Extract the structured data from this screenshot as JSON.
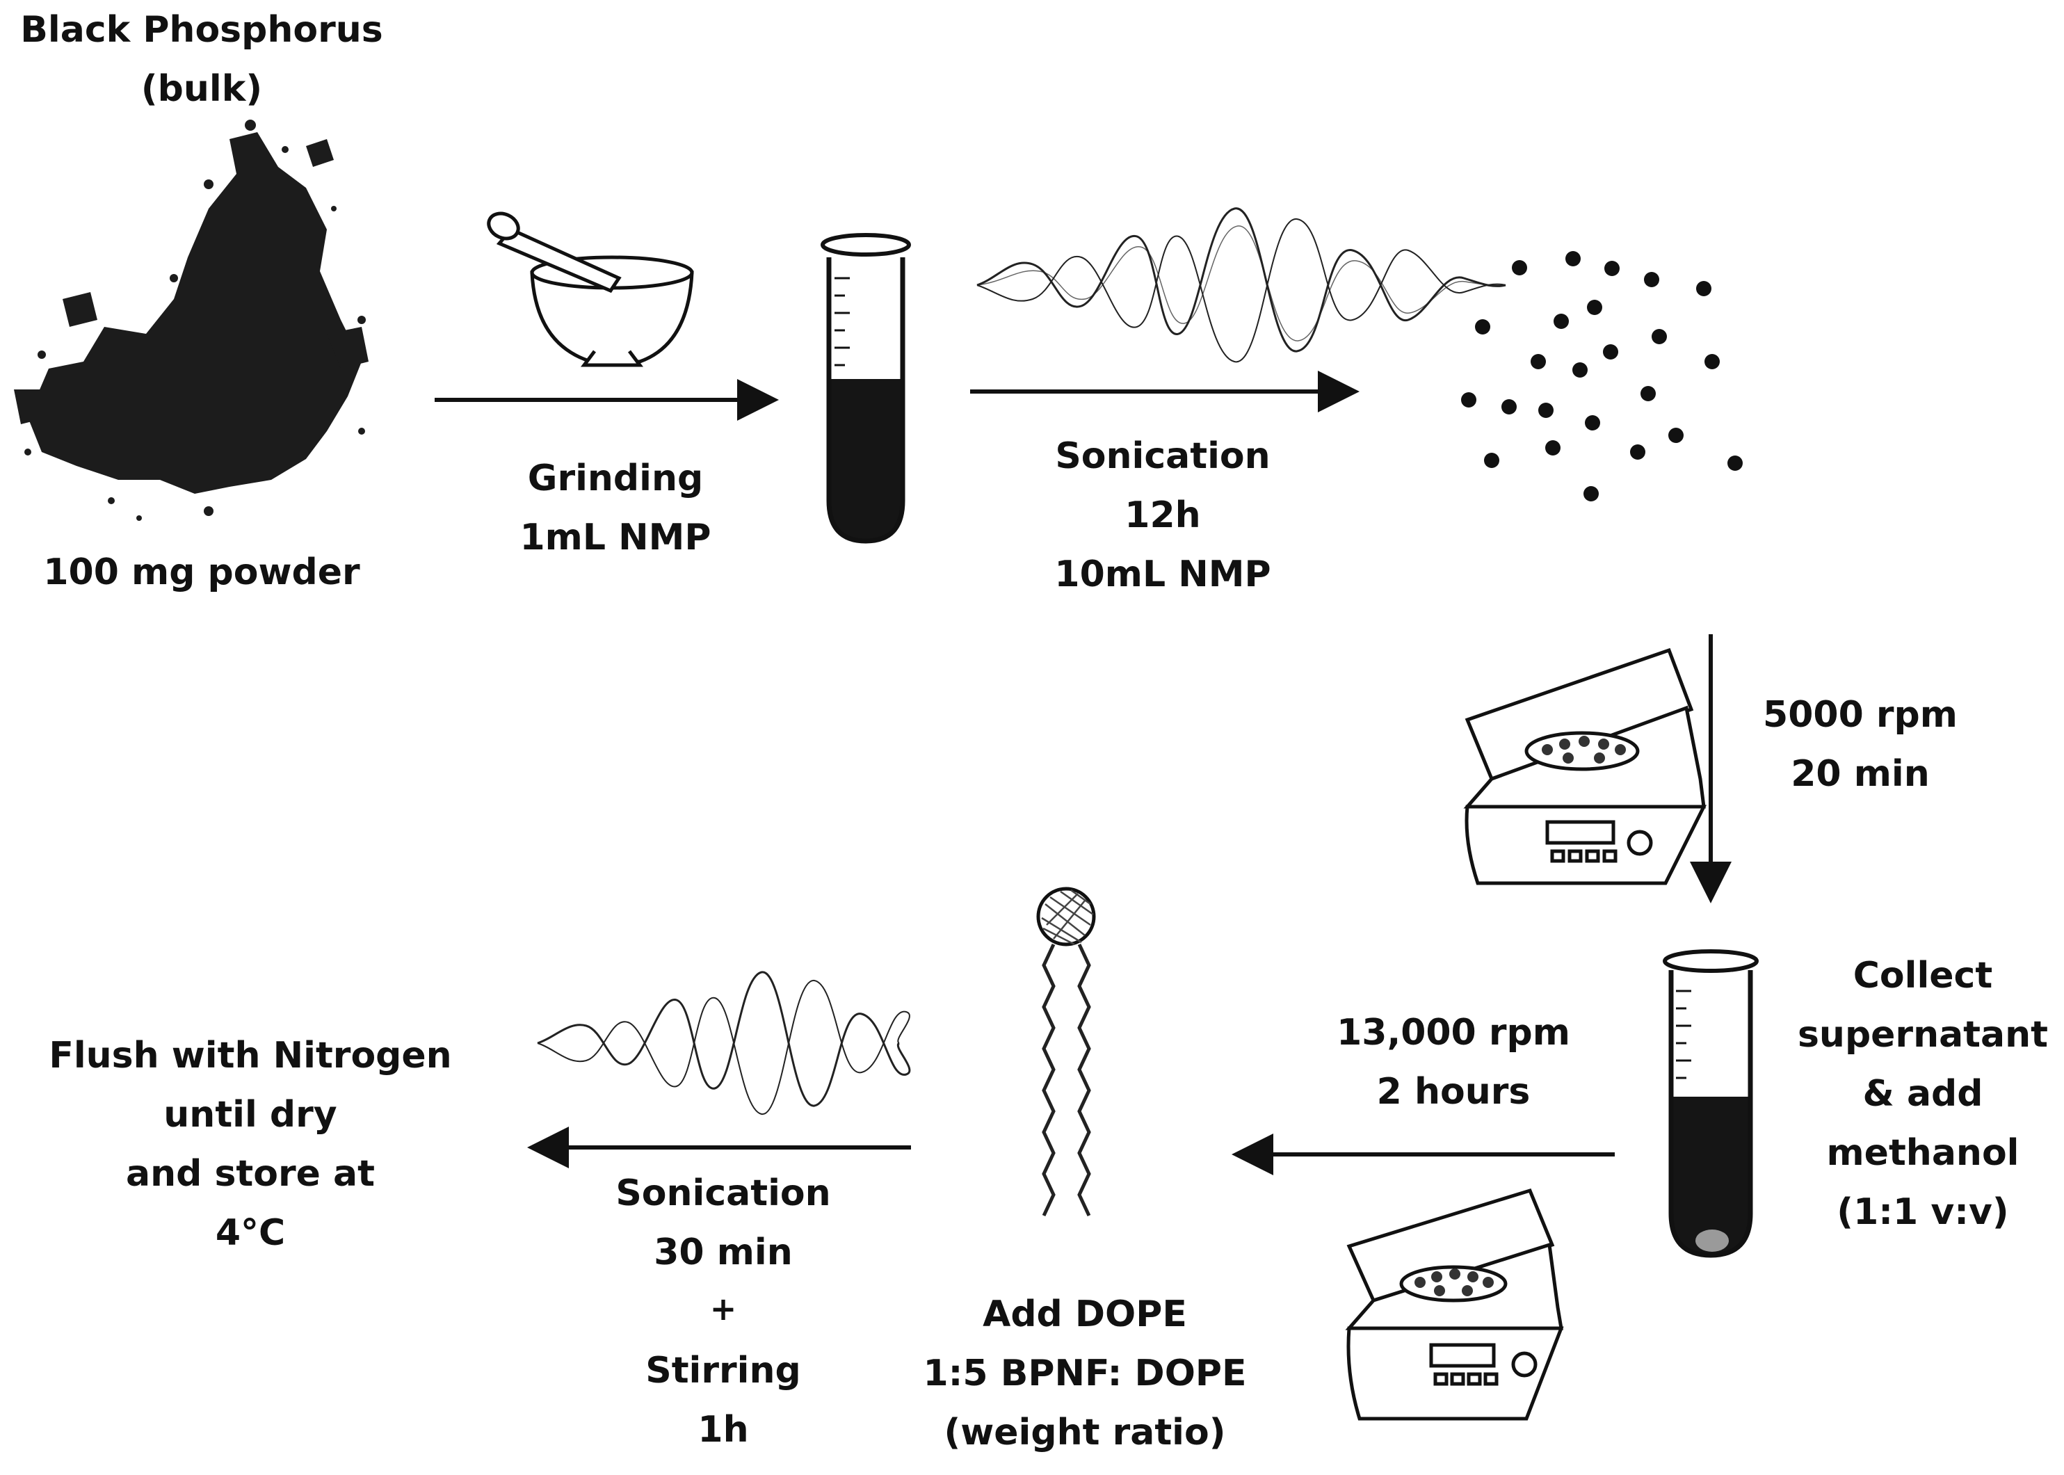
{
  "colors": {
    "ink": "#111111",
    "powder": "#1c1c1c",
    "liquid": "#151515",
    "background": "#ffffff"
  },
  "start": {
    "title_line1": "Black Phosphorus",
    "title_line2": "(bulk)",
    "amount": "100 mg powder"
  },
  "step_grinding": {
    "line1": "Grinding",
    "line2": "1mL NMP",
    "icon": "mortar-pestle-icon"
  },
  "step_sonication1": {
    "line1": "Sonication",
    "line2": "12h",
    "line3": "10mL NMP",
    "icon": "sound-wave-icon"
  },
  "step_centrifuge1": {
    "line1": "5000 rpm",
    "line2": "20 min",
    "icon": "centrifuge-icon"
  },
  "step_collect": {
    "line1": "Collect",
    "line2": "supernatant",
    "line3": "& add",
    "line4": "methanol",
    "line5": "(1:1 v:v)",
    "icon": "test-tube-icon"
  },
  "step_centrifuge2": {
    "line1": "13,000 rpm",
    "line2": "2 hours",
    "icon": "centrifuge-icon"
  },
  "step_dope": {
    "line1": "Add DOPE",
    "line2": "1:5  BPNF: DOPE",
    "line3": "(weight ratio)",
    "icon": "lipid-molecule-icon"
  },
  "step_sonication2": {
    "line1": "Sonication",
    "line2": "30 min",
    "line3": "+",
    "line4": "Stirring",
    "line5": "1h",
    "icon": "sound-wave-icon"
  },
  "final": {
    "line1": "Flush with Nitrogen",
    "line2": "until dry",
    "line3": "and store at",
    "line4": "4°C"
  }
}
